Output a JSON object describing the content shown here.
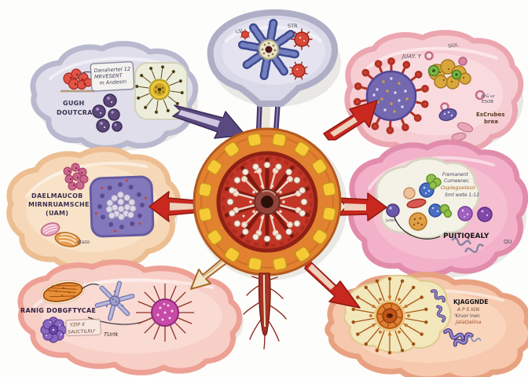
{
  "palette": {
    "background": "#fdfdfc",
    "hub_ring": "#e2812f",
    "hub_teeth": "#f6ca36",
    "hub_core": "#c23527",
    "arrow_red": "#c8281e",
    "arrow_purple": "#5a4880",
    "blob_lavender": "#dfdeea",
    "blob_balloon": "#d9d9e8",
    "blob_pink": "#f6cdd3",
    "blob_rose": "#f2b1c8",
    "blob_peach": "#f6d8b8",
    "blob_salmon": "#f8cfc6",
    "blob_apricot": "#f6c8ad"
  },
  "blobs": {
    "top_left": {
      "note": [
        "Danahertel 12",
        "MRVESENT",
        "m Andesm"
      ],
      "caption": [
        "GUGH",
        "DOUTCRAGE"
      ]
    },
    "top_center": {
      "tag_left": "LSL",
      "tag_right": "STR"
    },
    "top_right": {
      "tag": "SIUL",
      "label": "JUAY. Y",
      "small": [
        "ArG ur",
        "ESOB"
      ],
      "caption": [
        "EsCrubes",
        "brea"
      ]
    },
    "left": {
      "caption": [
        "DAELMAUCOB",
        "MIRNRUAMSCHE",
        "(UAM)"
      ],
      "note": "dJazo"
    },
    "right": {
      "note": [
        "Fremanent",
        "Cumeener,",
        "Osplegsetesir",
        "Smt wete 1:12"
      ],
      "small": "Juren",
      "caption": "PUITIQEALY",
      "tag": "QU"
    },
    "bottom_left": {
      "caption": "RANIG DOBGFTYCAE",
      "note": [
        "YZIP X",
        "SAUCTILRU'"
      ],
      "tag": "TUrIk"
    },
    "bottom_right": {
      "caption": "KJAGGNDE",
      "lines": [
        "A P S IGN",
        "'Kruor inen",
        "JalaQalina"
      ]
    }
  }
}
